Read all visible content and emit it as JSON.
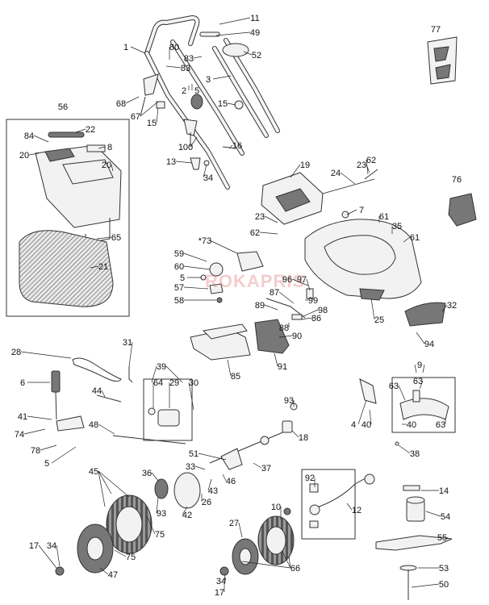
{
  "watermark": "ROKAPRIS",
  "callouts": [
    {
      "id": "c11",
      "text": "11"
    },
    {
      "id": "c49",
      "text": "49"
    },
    {
      "id": "c1",
      "text": "1"
    },
    {
      "id": "c80",
      "text": "80"
    },
    {
      "id": "c83a",
      "text": "83"
    },
    {
      "id": "c52",
      "text": "52"
    },
    {
      "id": "c83b",
      "text": "83"
    },
    {
      "id": "c3",
      "text": "3"
    },
    {
      "id": "c2",
      "text": "2"
    },
    {
      "id": "c5a",
      "text": "5"
    },
    {
      "id": "c68",
      "text": "68"
    },
    {
      "id": "c15a",
      "text": "15"
    },
    {
      "id": "c67",
      "text": "67"
    },
    {
      "id": "c15b",
      "text": "15"
    },
    {
      "id": "c77",
      "text": "77"
    },
    {
      "id": "c56",
      "text": "56"
    },
    {
      "id": "c22",
      "text": "22"
    },
    {
      "id": "c84",
      "text": "84"
    },
    {
      "id": "c8",
      "text": "8"
    },
    {
      "id": "c20a",
      "text": "20"
    },
    {
      "id": "c20b",
      "text": "20"
    },
    {
      "id": "c100",
      "text": "100"
    },
    {
      "id": "c16",
      "text": "16"
    },
    {
      "id": "c13",
      "text": "13"
    },
    {
      "id": "c34a",
      "text": "34"
    },
    {
      "id": "c19",
      "text": "19"
    },
    {
      "id": "c62a",
      "text": "62"
    },
    {
      "id": "c23a",
      "text": "23"
    },
    {
      "id": "c24",
      "text": "24"
    },
    {
      "id": "c76",
      "text": "76"
    },
    {
      "id": "c65",
      "text": "65"
    },
    {
      "id": "c7",
      "text": "7"
    },
    {
      "id": "c61a",
      "text": "61"
    },
    {
      "id": "c23b",
      "text": "23"
    },
    {
      "id": "c35",
      "text": "35"
    },
    {
      "id": "c62b",
      "text": "62"
    },
    {
      "id": "c61b",
      "text": "61"
    },
    {
      "id": "c73",
      "text": "*73"
    },
    {
      "id": "c21",
      "text": "21"
    },
    {
      "id": "c59",
      "text": "59"
    },
    {
      "id": "c60",
      "text": "60"
    },
    {
      "id": "c5b",
      "text": "5"
    },
    {
      "id": "c96",
      "text": "96"
    },
    {
      "id": "c97",
      "text": "97"
    },
    {
      "id": "c87",
      "text": "87"
    },
    {
      "id": "c57",
      "text": "57"
    },
    {
      "id": "c58",
      "text": "58"
    },
    {
      "id": "c99",
      "text": "99"
    },
    {
      "id": "c89",
      "text": "89"
    },
    {
      "id": "c98",
      "text": "98"
    },
    {
      "id": "c86",
      "text": "86"
    },
    {
      "id": "c32",
      "text": "32"
    },
    {
      "id": "c25",
      "text": "25"
    },
    {
      "id": "c88",
      "text": "88"
    },
    {
      "id": "c90",
      "text": "90"
    },
    {
      "id": "c94",
      "text": "94"
    },
    {
      "id": "c31",
      "text": "31"
    },
    {
      "id": "c28",
      "text": "28"
    },
    {
      "id": "c85",
      "text": "85"
    },
    {
      "id": "c91",
      "text": "91"
    },
    {
      "id": "c9",
      "text": "9"
    },
    {
      "id": "c63a",
      "text": "63"
    },
    {
      "id": "c39",
      "text": "39"
    },
    {
      "id": "c6",
      "text": "6"
    },
    {
      "id": "c64",
      "text": "64"
    },
    {
      "id": "c29",
      "text": "29"
    },
    {
      "id": "c30",
      "text": "30"
    },
    {
      "id": "c63b",
      "text": "63"
    },
    {
      "id": "c44",
      "text": "44"
    },
    {
      "id": "c93a",
      "text": "93"
    },
    {
      "id": "c41",
      "text": "41"
    },
    {
      "id": "c74",
      "text": "74"
    },
    {
      "id": "c48",
      "text": "48"
    },
    {
      "id": "c4",
      "text": "4"
    },
    {
      "id": "c40a",
      "text": "40"
    },
    {
      "id": "c40b",
      "text": "40"
    },
    {
      "id": "c63c",
      "text": "63"
    },
    {
      "id": "c78",
      "text": "78"
    },
    {
      "id": "c18",
      "text": "18"
    },
    {
      "id": "c5c",
      "text": "5"
    },
    {
      "id": "c38",
      "text": "38"
    },
    {
      "id": "c51",
      "text": "51"
    },
    {
      "id": "c45",
      "text": "45"
    },
    {
      "id": "c33",
      "text": "33"
    },
    {
      "id": "c37",
      "text": "37"
    },
    {
      "id": "c36",
      "text": "36"
    },
    {
      "id": "c46",
      "text": "46"
    },
    {
      "id": "c92",
      "text": "92"
    },
    {
      "id": "c43",
      "text": "43"
    },
    {
      "id": "c14",
      "text": "14"
    },
    {
      "id": "c93b",
      "text": "93"
    },
    {
      "id": "c26",
      "text": "26"
    },
    {
      "id": "c42",
      "text": "42"
    },
    {
      "id": "c12",
      "text": "12"
    },
    {
      "id": "c10",
      "text": "10"
    },
    {
      "id": "c54",
      "text": "54"
    },
    {
      "id": "c27",
      "text": "27"
    },
    {
      "id": "c75a",
      "text": "75"
    },
    {
      "id": "c55",
      "text": "55"
    },
    {
      "id": "c17a",
      "text": "17"
    },
    {
      "id": "c34b",
      "text": "34"
    },
    {
      "id": "c75b",
      "text": "75"
    },
    {
      "id": "c66",
      "text": "66"
    },
    {
      "id": "c47",
      "text": "47"
    },
    {
      "id": "c53",
      "text": "53"
    },
    {
      "id": "c34c",
      "text": "34"
    },
    {
      "id": "c50",
      "text": "50"
    },
    {
      "id": "c17b",
      "text": "17"
    }
  ]
}
